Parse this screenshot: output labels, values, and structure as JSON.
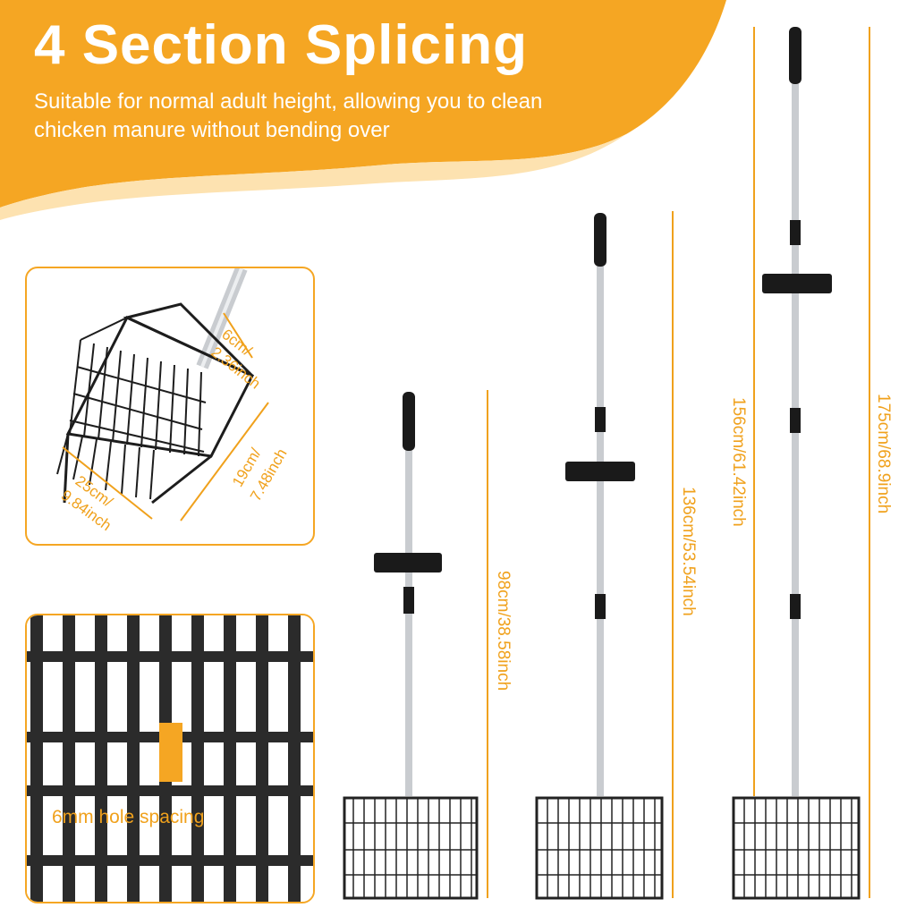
{
  "header": {
    "title": "4 Section Splicing",
    "subtitle": "Suitable for normal adult height, allowing you to clean chicken manure without bending over"
  },
  "rake_detail": {
    "depth_label": "6cm/\n2.36inch",
    "depth_line1": "6cm/",
    "depth_line2": "2.36inch",
    "length_line1": "19cm/",
    "length_line2": "7.48inch",
    "width_line1": "25cm/",
    "width_line2": "9.84inch"
  },
  "grid_detail": {
    "label": "6mm hole spacing"
  },
  "sizes": [
    {
      "label": "98cm/38.58inch",
      "sections": 2
    },
    {
      "label": "136cm/53.54inch",
      "sections": 3
    },
    {
      "label": "156cm/61.42inch",
      "sections": 4
    },
    {
      "label": "175cm/68.9inch",
      "sections": 4
    }
  ],
  "colors": {
    "accent": "#f5a623",
    "handle": "#1a1a1a",
    "pole": "#c9ccd0"
  }
}
